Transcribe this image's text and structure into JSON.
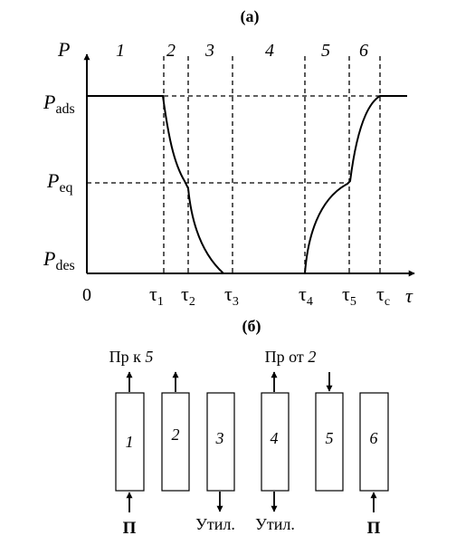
{
  "panel_a": {
    "label": "(а)",
    "y_axis": {
      "symbol": "P"
    },
    "x_axis": {
      "symbol": "τ",
      "origin": "0"
    },
    "pressure_levels": [
      {
        "base": "P",
        "sub": "ads"
      },
      {
        "base": "P",
        "sub": "eq"
      },
      {
        "base": "P",
        "sub": "des"
      }
    ],
    "stages": [
      "1",
      "2",
      "3",
      "4",
      "5",
      "6"
    ],
    "time_marks": [
      {
        "base": "τ",
        "sub": "1"
      },
      {
        "base": "τ",
        "sub": "2"
      },
      {
        "base": "τ",
        "sub": "3"
      },
      {
        "base": "τ",
        "sub": "4"
      },
      {
        "base": "τ",
        "sub": "5"
      },
      {
        "base": "τ",
        "sub": "c"
      }
    ]
  },
  "panel_b": {
    "label": "(б)",
    "columns": [
      "1",
      "2",
      "3",
      "4",
      "5",
      "6"
    ],
    "top_labels": [
      {
        "prefix": "Пр к ",
        "num": "5"
      },
      {
        "prefix": "Пр от ",
        "num": "2"
      }
    ],
    "bottom_labels": [
      "П",
      "Утил.",
      "Утил.",
      "П"
    ]
  }
}
